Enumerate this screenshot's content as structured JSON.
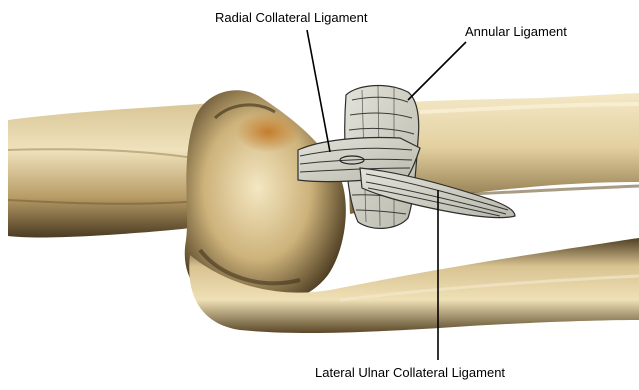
{
  "labels": {
    "radial_collateral": "Radial Collateral Ligament",
    "annular": "Annular Ligament",
    "lateral_ulnar_collateral": "Lateral Ulnar Collateral Ligament"
  },
  "colors": {
    "bone_light": "#efe1b8",
    "bone_mid": "#c9b079",
    "bone_shadow": "#5b4a2c",
    "bone_dark": "#2b2214",
    "ligament": "#d4d4c8",
    "ligament_fiber": "#3a3a3a",
    "capitellum_stain": "#c9822f",
    "leader_line": "#000000"
  }
}
